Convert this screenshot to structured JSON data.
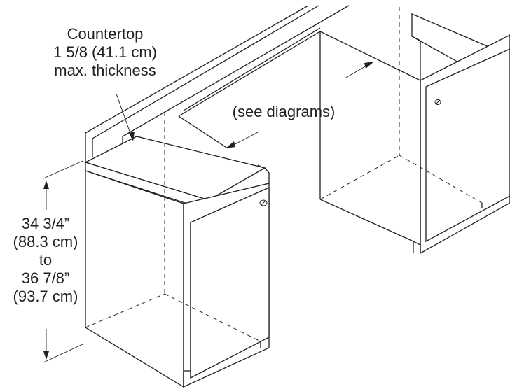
{
  "annotations": {
    "countertop": {
      "line1": "Countertop",
      "line2": "1 5/8 (41.1 cm)",
      "line3": "max. thickness"
    },
    "height": {
      "line1": "34 3/4”",
      "line2": "(88.3 cm)",
      "line3": "to",
      "line4": "36 7/8”",
      "line5": "(93.7 cm)"
    },
    "opening": "(see diagrams)"
  },
  "colors": {
    "line": "#231f20",
    "background": "#ffffff"
  },
  "icons": [
    "arrow-icon",
    "knob-icon"
  ]
}
